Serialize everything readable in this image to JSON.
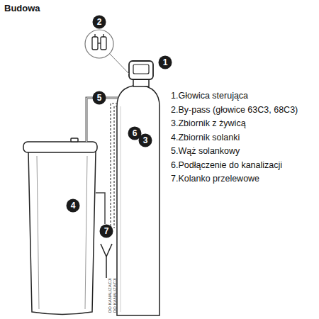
{
  "diagram": {
    "title": "Budowa",
    "nodes": [
      {
        "text": [
          "1"
        ]
      },
      {
        "text": [
          "2"
        ]
      },
      {
        "text": [
          "3"
        ]
      },
      {
        "text": [
          "4"
        ]
      },
      {
        "text": [
          "5"
        ]
      },
      {
        "text": [
          "6"
        ]
      },
      {
        "text": [
          "7"
        ]
      }
    ],
    "labels": [
      "1.Głowica sterująca",
      "2.By-pass (głowice 63C3, 68C3)",
      "3.Zbiornik z żywicą",
      "4.Zbiornik solanki",
      "5.Wąż solankowy",
      "6.Podłączenie do kanalizacji",
      "7.Kolanko przelewowe",
      "DO KANALIZACJI",
      "DO KANALIZACJI"
    ]
  }
}
